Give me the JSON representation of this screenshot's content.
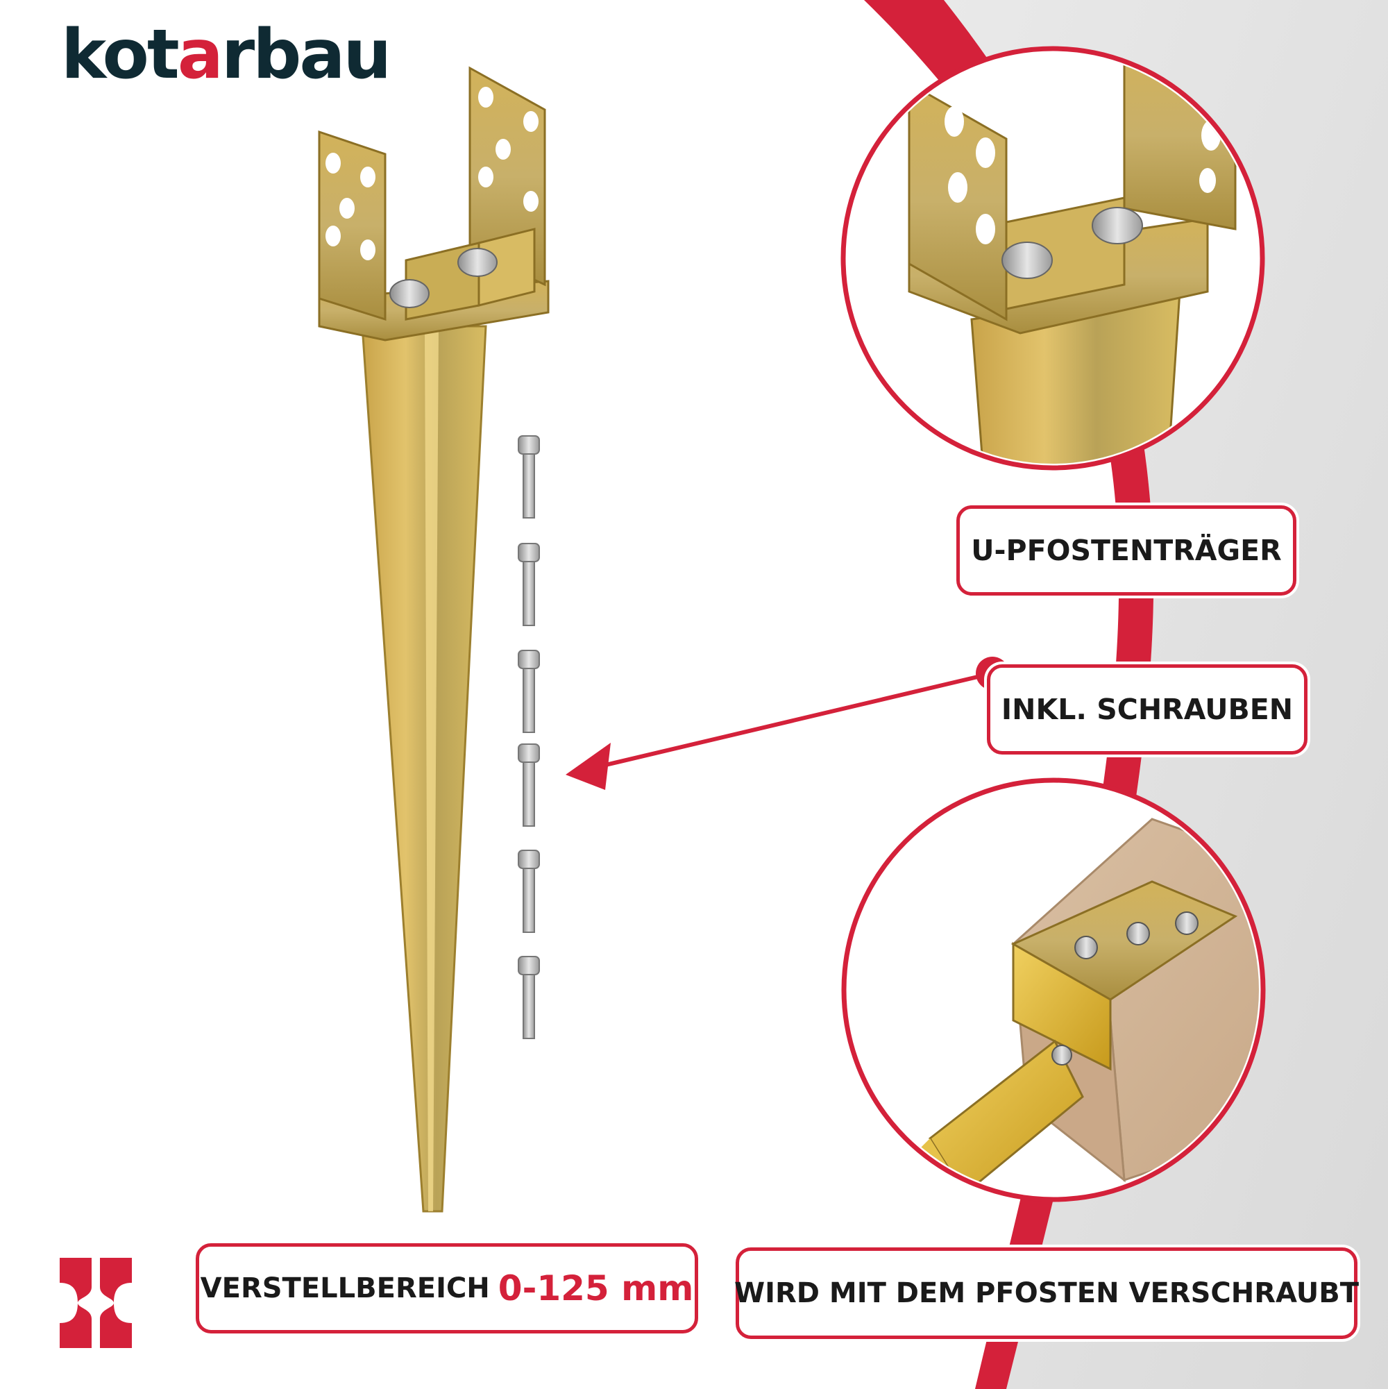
{
  "brand": {
    "logo_pre": "kot",
    "logo_accent": "a",
    "logo_post": "rbau",
    "primary_color": "#0f2a33",
    "accent_color": "#d4213a"
  },
  "labels": {
    "u_bracket": "U-PFOSTENTRÄGER",
    "screws": "INKL. SCHRAUBEN",
    "range_text": "VERSTELLBEREICH",
    "range_value": "0-125 mm",
    "bolted": "WIRD MIT DEM PFOSTEN VERSCHRAUBT"
  },
  "screws_count": 6,
  "icons": {
    "corner_logo": "kotarbau-mark-icon"
  }
}
